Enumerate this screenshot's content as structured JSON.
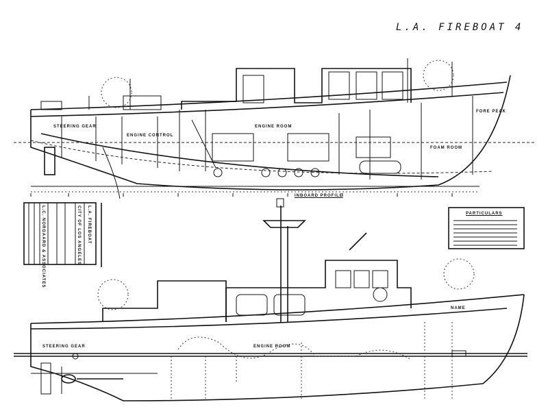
{
  "title": "L.A. FIREBOAT 4",
  "upper_profile": {
    "caption": "INBOARD PROFILE",
    "labels": {
      "steering_gear": "STEERING GEAR",
      "engine_control": "ENGINE CONTROL",
      "engine_room": "ENGINE ROOM",
      "foam_room": "FOAM ROOM",
      "fore_peak": "FORE PEAK"
    }
  },
  "outboard_profile": {
    "labels": {
      "steering_gear": "STEERING GEAR",
      "engine_room": "ENGINE ROOM",
      "name": "NAME"
    }
  },
  "title_block": {
    "client": "CITY OF LOS ANGELES",
    "designer": "L.C. NORGAARD & ASSOCIATES",
    "vessel": "L.A. FIREBOAT"
  },
  "particulars": {
    "heading": "PARTICULARS"
  }
}
